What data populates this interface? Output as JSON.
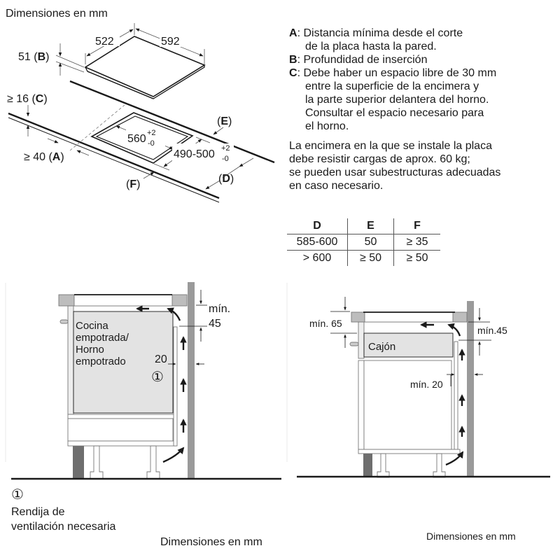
{
  "top_diagram": {
    "title": "Dimensiones en mm",
    "hob_depth": "522",
    "hob_width": "592",
    "insertion_depth_label": "51 (",
    "insertion_depth_letter": "B",
    "gap_c_label": "≥ 16 (",
    "gap_c_letter": "C",
    "gap_a_label": "≥ 40 (",
    "gap_a_letter": "A",
    "cutout_width": "560",
    "cutout_width_tol_plus": "+2",
    "cutout_width_tol_minus": "-0",
    "cutout_depth": "490-500",
    "cutout_depth_tol_plus": "+2",
    "cutout_depth_tol_minus": "-0",
    "label_e": "E",
    "label_d": "D",
    "label_f": "F"
  },
  "legend": {
    "items": [
      {
        "key": "A",
        "lines": [
          "Distancia mínima desde el corte",
          "de la placa hasta la pared."
        ]
      },
      {
        "key": "B",
        "lines": [
          "Profundidad de inserción"
        ]
      },
      {
        "key": "C",
        "lines": [
          "Debe haber un espacio libre de 30 mm",
          "entre la superficie de la encimera y",
          "la parte superior delantera del horno.",
          "Consultar el espacio necesario para",
          "el horno."
        ]
      }
    ],
    "note_lines": [
      "La encimera en la que se instale la placa",
      "debe resistir cargas de aprox. 60 kg;",
      "se pueden usar subestructuras adecuadas",
      "en caso necesario."
    ]
  },
  "table": {
    "headers": [
      "D",
      "E",
      "F"
    ],
    "rows": [
      [
        "585-600",
        "50",
        "≥ 35"
      ],
      [
        "> 600",
        "≥ 50",
        "≥ 50"
      ]
    ]
  },
  "left_section": {
    "appliance_lines": [
      "Cocina",
      "empotrada/",
      "Horno",
      "empotrado"
    ],
    "gap_top_label": "mín.",
    "gap_top_value": "45",
    "gap_side_value": "20",
    "vent_marker": "①",
    "footnote_marker": "①",
    "footnote_lines": [
      "Rendija de",
      "ventilación necesaria"
    ],
    "units": "Dimensiones en mm"
  },
  "right_section": {
    "min_65": "mín. 65",
    "min_45": "mín.45",
    "drawer_label": "Cajón",
    "min_20": "mín. 20",
    "units": "Dimensiones en mm"
  },
  "colors": {
    "wall_gray": "#9a9a9a",
    "panel_gray": "#e3e3e3",
    "edge_gray": "#bdbdbd",
    "dark_leg": "#6e6e6e",
    "line": "#1a1a1a"
  }
}
